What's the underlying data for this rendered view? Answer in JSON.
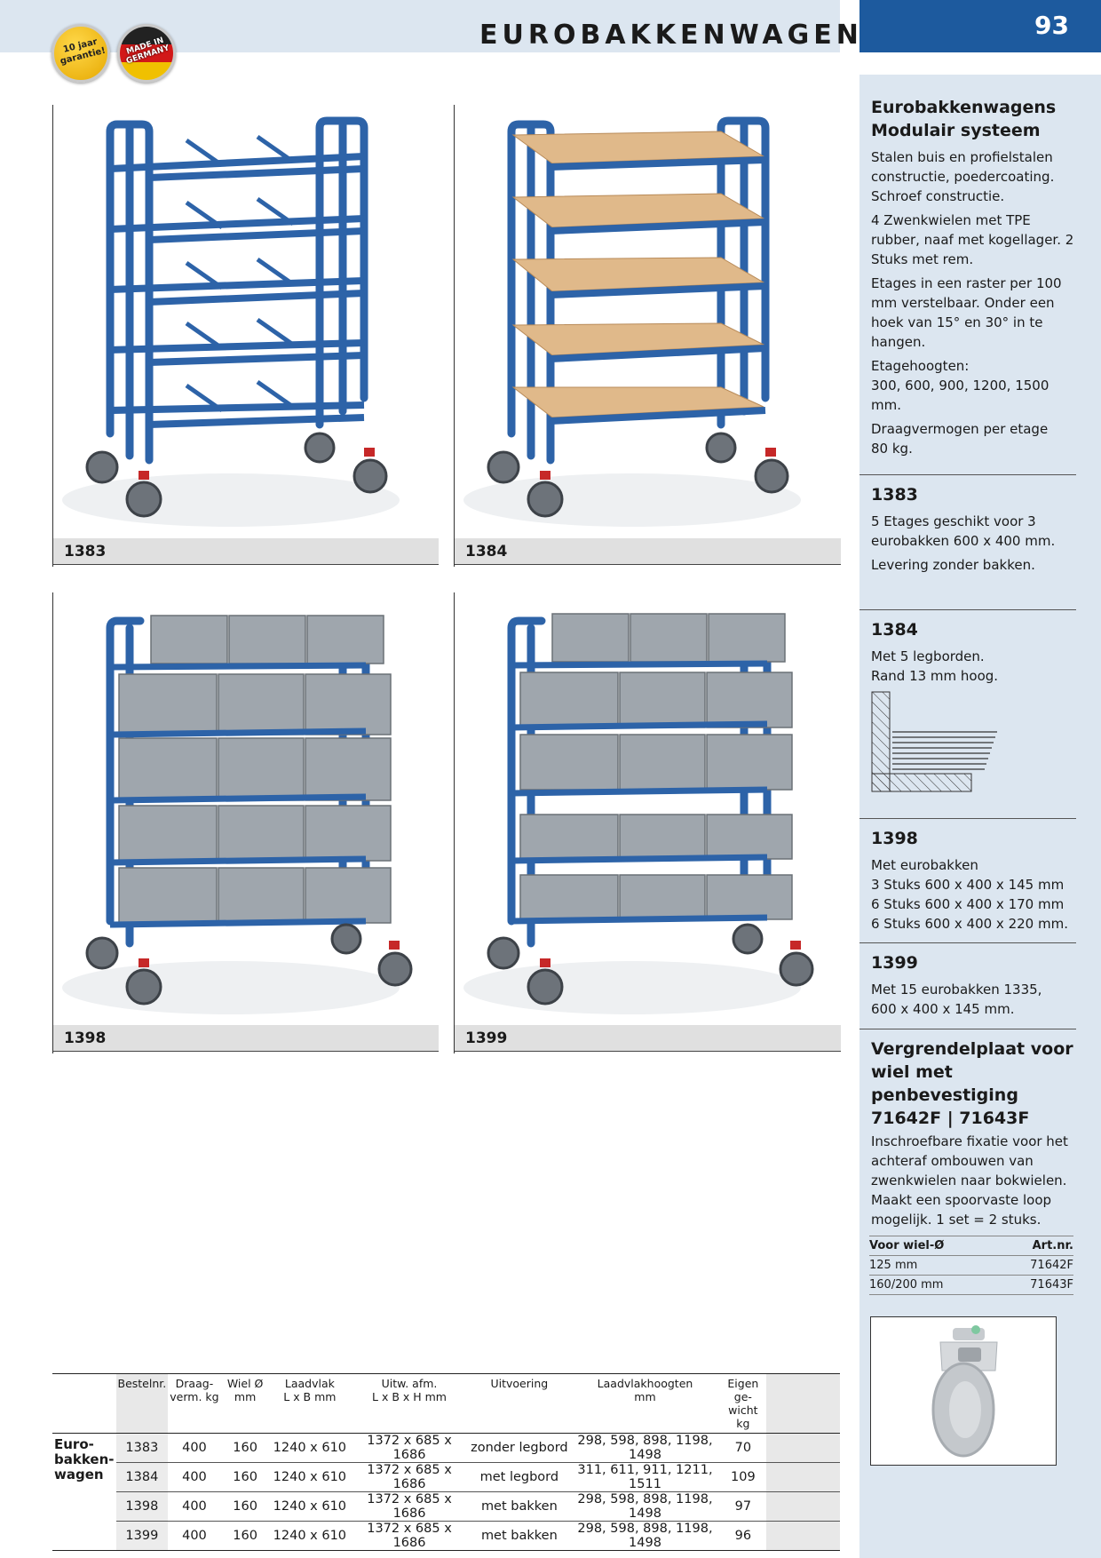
{
  "header": {
    "title": "EUROBAKKENWAGEN",
    "page_number": "93"
  },
  "badges": {
    "guarantee": "10 jaar garantie!",
    "made_in": "MADE IN GERMANY"
  },
  "panels": [
    {
      "label": "1383"
    },
    {
      "label": "1384"
    },
    {
      "label": "1398"
    },
    {
      "label": "1399"
    }
  ],
  "sidebar": {
    "intro": {
      "heading_line1": "Eurobakkenwagens",
      "heading_line2": "Modulair systeem",
      "p1": "Stalen buis en profielstalen constructie, poedercoating. Schroef constructie.",
      "p2": "4 Zwenkwielen met TPE rubber, naaf met kogellager. 2 Stuks met rem.",
      "p3": "Etages in een raster per 100 mm verstelbaar. Onder een hoek van 15° en 30° in te hangen.",
      "p4_line1": "Etagehoogten:",
      "p4_line2": "300, 600, 900, 1200, 1500 mm.",
      "p5_line1": "Draagvermogen per etage",
      "p5_line2": "80 kg."
    },
    "s1383": {
      "heading": "1383",
      "p1": "5 Etages geschikt voor 3 eurobakken 600 x 400 mm.",
      "p2": "Levering zonder bakken."
    },
    "s1384": {
      "heading": "1384",
      "p1_line1": "Met 5 legborden.",
      "p1_line2": "Rand 13 mm hoog."
    },
    "s1398": {
      "heading": "1398",
      "line1": "Met eurobakken",
      "line2": "3 Stuks 600 x 400 x 145 mm",
      "line3": "6 Stuks 600 x 400 x 170 mm",
      "line4": "6 Stuks 600 x 400 x 220 mm."
    },
    "s1399": {
      "heading": "1399",
      "line1": "Met 15 eurobakken 1335,",
      "line2": "600 x 400 x 145 mm."
    },
    "lockplate": {
      "heading_line1": "Vergrendelplaat voor",
      "heading_line2": "wiel met penbevestiging",
      "heading_line3": "71642F | 71643F",
      "p1": "Inschroefbare fixatie voor het achteraf ombouwen van zwenkwielen naar bokwielen. Maakt een spoorvaste loop mogelijk. 1 set = 2 stuks."
    },
    "wheel_table": {
      "col1": "Voor wiel-Ø",
      "col2": "Art.nr.",
      "rows": [
        {
          "size": "125 mm",
          "art": "71642F"
        },
        {
          "size": "160/200 mm",
          "art": "71643F"
        }
      ]
    }
  },
  "main_table": {
    "headers": [
      {
        "l1": "Bestelnr.",
        "l2": ""
      },
      {
        "l1": "Draag-",
        "l2": "verm. kg"
      },
      {
        "l1": "Wiel Ø",
        "l2": "mm"
      },
      {
        "l1": "Laadvlak",
        "l2": "L x B mm"
      },
      {
        "l1": "Uitw. afm.",
        "l2": "L x B x H mm"
      },
      {
        "l1": "Uitvoering",
        "l2": ""
      },
      {
        "l1": "Laadvlakhoogten",
        "l2": "mm"
      },
      {
        "l1": "Eigen ge-",
        "l2": "wicht kg"
      }
    ],
    "group_l1": "Euro-",
    "group_l2": "bakken-",
    "group_l3": "wagen",
    "rows": [
      {
        "nr": "1383",
        "load": "400",
        "wheel": "160",
        "platform": "1240 x 610",
        "dims": "1372 x 685 x 1686",
        "version": "zonder legbord",
        "heights": "298, 598, 898, 1198, 1498",
        "weight": "70"
      },
      {
        "nr": "1384",
        "load": "400",
        "wheel": "160",
        "platform": "1240 x 610",
        "dims": "1372 x 685 x 1686",
        "version": "met legbord",
        "heights": "311, 611, 911, 1211, 1511",
        "weight": "109"
      },
      {
        "nr": "1398",
        "load": "400",
        "wheel": "160",
        "platform": "1240 x 610",
        "dims": "1372 x 685 x 1686",
        "version": "met bakken",
        "heights": "298, 598, 898, 1198, 1498",
        "weight": "97"
      },
      {
        "nr": "1399",
        "load": "400",
        "wheel": "160",
        "platform": "1240 x 610",
        "dims": "1372 x 685 x 1686",
        "version": "met bakken",
        "heights": "298, 598, 898, 1198, 1498",
        "weight": "96"
      }
    ]
  },
  "colors": {
    "frame_blue": "#2d63a8",
    "header_blue": "#1d5a9e",
    "sidebar_bg": "#dce6f0"
  }
}
